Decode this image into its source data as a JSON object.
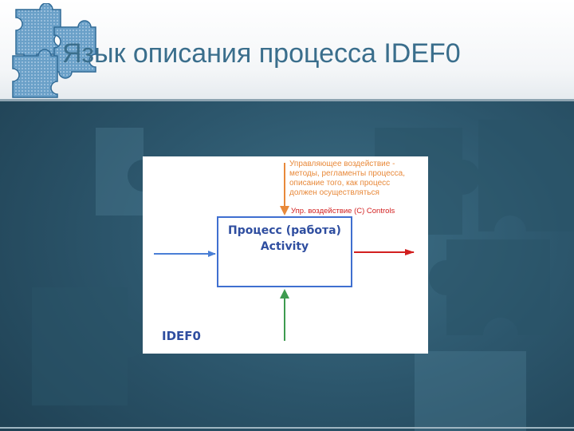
{
  "slide": {
    "title": "Язык описания процесса IDEF0"
  },
  "diagram": {
    "activity_line1": "Процесс (работа)",
    "activity_line2": "Activity",
    "control_description": [
      "Управляющее воздействие -",
      "методы, регламенты процесса,",
      "описание того, как процесс",
      "должен осуществляться"
    ],
    "control_short_label": "Упр. воздействие (С) Controls",
    "idef_label": "IDEF0"
  },
  "colors": {
    "title": "#3a6e8c",
    "input_arrow": "#4a7fd6",
    "output_arrow": "#d21f1f",
    "control_arrow": "#e8893a",
    "mechanism_arrow": "#3e9b4f",
    "activity_border": "#3f6fd0"
  }
}
